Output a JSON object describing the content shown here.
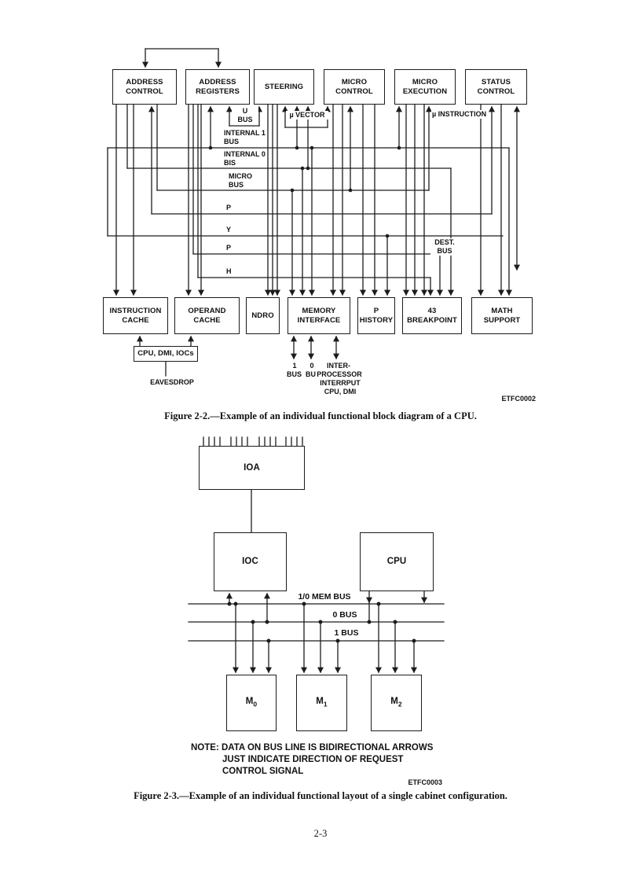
{
  "colors": {
    "line": "#1c1c1c",
    "text": "#111111",
    "background": "#ffffff"
  },
  "figure22": {
    "top_boxes": [
      {
        "l1": "ADDRESS",
        "l2": "CONTROL"
      },
      {
        "l1": "ADDRESS",
        "l2": "REGISTERS"
      },
      {
        "l1": "STEERING"
      },
      {
        "l1": "MICRO",
        "l2": "CONTROL"
      },
      {
        "l1": "MICRO",
        "l2": "EXECUTION"
      },
      {
        "l1": "STATUS",
        "l2": "CONTROL"
      }
    ],
    "bottom_boxes": [
      {
        "l1": "INSTRUCTION",
        "l2": "CACHE"
      },
      {
        "l1": "OPERAND",
        "l2": "CACHE"
      },
      {
        "l1": "NDRO"
      },
      {
        "l1": "MEMORY",
        "l2": "INTERFACE"
      },
      {
        "l1": "P",
        "l2": "HISTORY"
      },
      {
        "l1": "43",
        "l2": "BREAKPOINT"
      },
      {
        "l1": "MATH",
        "l2": "SUPPORT"
      }
    ],
    "bus_labels": {
      "u_bus": {
        "l1": "U",
        "l2": "BUS"
      },
      "mu_vector": "µ VECTOR",
      "mu_instruction": "µ INSTRUCTION",
      "internal1": {
        "l1": "INTERNAL 1",
        "l2": "BUS"
      },
      "internal0": {
        "l1": "INTERNAL 0",
        "l2": "BIS"
      },
      "micro": {
        "l1": "MICRO",
        "l2": "BUS"
      },
      "p_upper": "P",
      "y": "Y",
      "p_lower": "P",
      "h": "H",
      "dest": {
        "l1": "DEST.",
        "l2": "BUS"
      }
    },
    "feeder_box": "CPU, DMI, IOCs",
    "eavesdrop": "EAVESDROP",
    "below_memory_interface": {
      "one": "1",
      "zero": "0",
      "bus_1": "BUS",
      "bus_0": "BUS",
      "inter": "INTER-",
      "processor": "PROCESSOR",
      "interrput": "INTERRPUT",
      "cpu_dmi": "CPU, DMI"
    },
    "code": "ETFC0002",
    "caption": "Figure 2-2.—Example of an individual functional block diagram of a CPU."
  },
  "figure23": {
    "ioa": "IOA",
    "ioc": "IOC",
    "cpu": "CPU",
    "bus_labels": {
      "mem": "1/0 MEM BUS",
      "bus0": "0 BUS",
      "bus1": "1 BUS"
    },
    "memories": [
      {
        "base": "M",
        "sub": "0"
      },
      {
        "base": "M",
        "sub": "1"
      },
      {
        "base": "M",
        "sub": "2"
      }
    ],
    "note_lines": [
      "NOTE: DATA ON BUS LINE IS BIDIRECTIONAL ARROWS",
      "JUST INDICATE DIRECTION OF REQUEST",
      "CONTROL SIGNAL"
    ],
    "code": "ETFC0003",
    "caption": "Figure 2-3.—Example of an individual functional layout of a single cabinet configuration."
  },
  "page_number": "2-3"
}
